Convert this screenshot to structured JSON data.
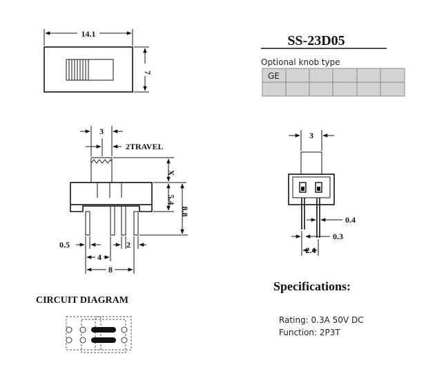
{
  "model": "SS-23D05",
  "top_view": {
    "width_label": "14.1",
    "height_label": "7"
  },
  "knob_table": {
    "title": "Optional knob type",
    "cells": [
      "GE",
      "",
      "",
      "",
      "",
      "",
      "",
      "",
      "",
      "",
      "",
      ""
    ]
  },
  "front_view": {
    "dim_top": "3",
    "travel_label": "2TRAVEL",
    "dim_x": "X",
    "dim_5_4": "5.4",
    "dim_8_8": "8.8",
    "dim_0_5": "0.5",
    "dim_2": "2",
    "dim_4": "4",
    "dim_8": "8"
  },
  "side_view": {
    "dim_top": "3",
    "dim_0_4": "0.4",
    "dim_0_3": "0.3",
    "dim_2_4": "2.4"
  },
  "circuit": {
    "title": "CIRCUIT DIAGRAM"
  },
  "specs": {
    "title": "Specifications:",
    "rating": "Rating: 0.3A 50V  DC",
    "function": "Function: 2P3T"
  }
}
